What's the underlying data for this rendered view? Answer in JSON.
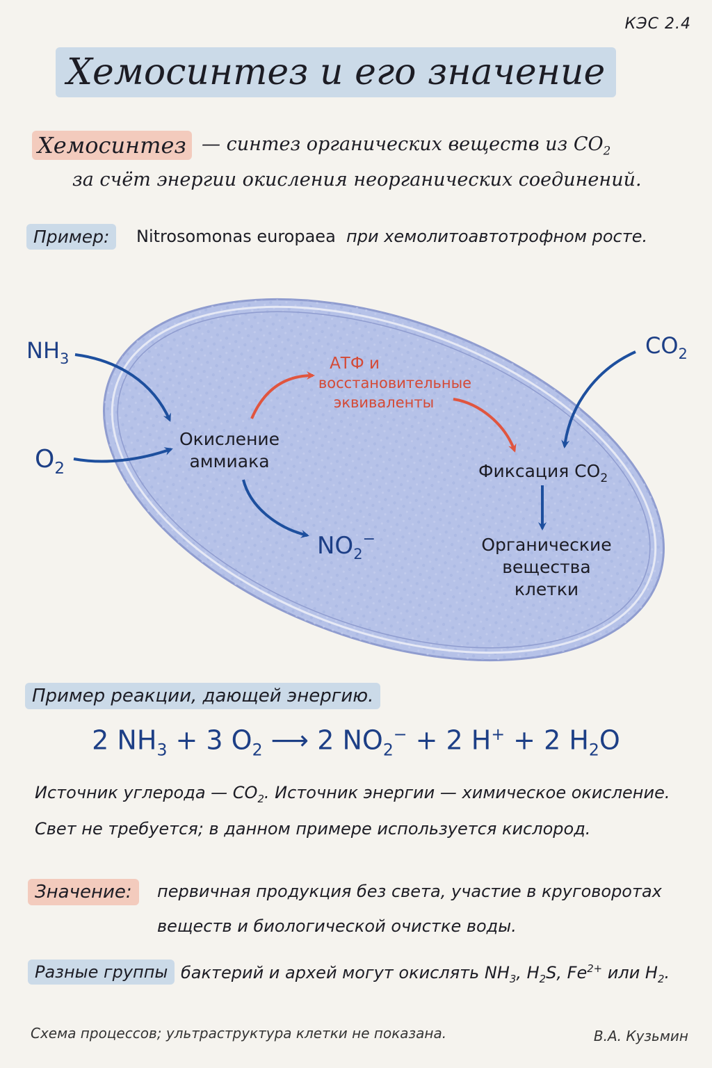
{
  "code": "КЭС 2.4",
  "title": "Хемосинтез и его значение",
  "definition": {
    "term": "Хемосинтез",
    "line1_pre": "— синтез органических веществ из CO",
    "line1_sub": "2",
    "line2": "за счёт энергии окисления неорганических соединений."
  },
  "example": {
    "label": "Пример:",
    "organism": "Nitrosomonas europaea",
    "rest": "при хемолитоавтотрофном росте."
  },
  "diagram": {
    "nh3": "NH",
    "nh3_sub": "3",
    "o2": "O",
    "o2_sub": "2",
    "co2": "CO",
    "co2_sub": "2",
    "oxidation_line1": "Окисление",
    "oxidation_line2": "аммиака",
    "atp_line1": "АТФ и",
    "atp_line2": "восстановительные",
    "atp_line3": "эквиваленты",
    "no2": "NO",
    "no2_sub": "2",
    "no2_sup": "−",
    "fixation": "Фиксация CO",
    "fixation_sub": "2",
    "organic_line1": "Органические",
    "organic_line2": "вещества",
    "organic_line3": "клетки"
  },
  "reaction": {
    "label": "Пример реакции, дающей энергию.",
    "eq_a": "2 NH",
    "eq_a_sub": "3",
    "eq_b": " + 3 O",
    "eq_b_sub": "2",
    "eq_arrow": " ⟶ ",
    "eq_c": "2 NO",
    "eq_c_sub": "2",
    "eq_c_sup": "−",
    "eq_d": " + 2 H",
    "eq_d_sup": "+",
    "eq_e": " + 2 H",
    "eq_e_sub": "2",
    "eq_e_end": "O"
  },
  "sources": {
    "line1_pre": "Источник углерода — CO",
    "line1_sub": "2",
    "line1_post": ". Источник энергии — химическое окисление.",
    "line2": "Свет не требуется; в данном примере используется кислород."
  },
  "significance": {
    "label": "Значение:",
    "line1": "первичная продукция без света, участие в круговоротах",
    "line2": "веществ и биологической очистке воды."
  },
  "groups": {
    "label": "Разные группы",
    "text_pre": "бактерий и архей могут окислять NH",
    "sub1": "3",
    "t2": ", H",
    "sub2": "2",
    "t3": "S, Fe",
    "sup3": "2+",
    "t4": " или H",
    "sub4": "2",
    "t5": "."
  },
  "footnote": "Схема процессов; ультраструктура клетки не показана.",
  "author": "В.А. Кузьмин",
  "colors": {
    "navy": "#1d3f86",
    "red": "#d44a36",
    "cell": "#b3bfe6"
  }
}
